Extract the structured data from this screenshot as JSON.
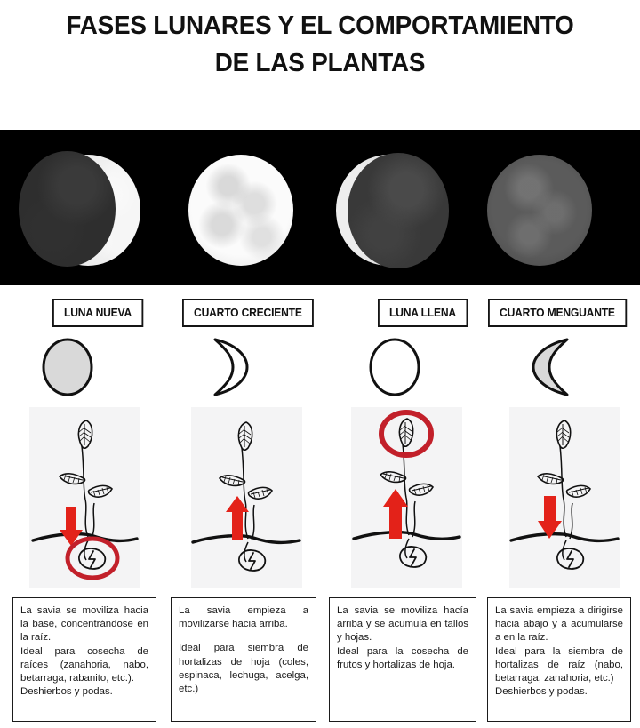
{
  "title": {
    "line1": "FASES LUNARES Y EL COMPORTAMIENTO",
    "line2": "DE LAS PLANTAS"
  },
  "colors": {
    "accent_red": "#cc2026",
    "arrow_red": "#e32219",
    "ink": "#111111",
    "panel_bg": "#f4f4f5",
    "strip_bg": "#000000",
    "moon_fill_gray": "#d9d9d9"
  },
  "photo_strip": {
    "background": "#000000",
    "moons": [
      {
        "name": "waxing-crescent-photo",
        "phase": "luna nueva"
      },
      {
        "name": "full-bright-moon-photo",
        "phase": "cuarto creciente"
      },
      {
        "name": "thin-crescent-moon-photo",
        "phase": "luna llena"
      },
      {
        "name": "dark-moon-photo",
        "phase": "cuarto menguante"
      }
    ]
  },
  "phases": [
    {
      "label": "LUNA NUEVA",
      "icon": "filled-gray-circle-moon-icon",
      "arrow": "down",
      "highlight": "root",
      "text": [
        "La savia se moviliza hacia la base, concentrándose en la raíz.",
        "Ideal para cosecha de raíces (zanahoria, nabo, betarraga, rabanito, etc.).",
        "Deshierbos y podas."
      ]
    },
    {
      "label": "CUARTO CRECIENTE",
      "icon": "white-crescent-right-moon-icon",
      "arrow": "up-short",
      "highlight": "none",
      "text": [
        "La savia empieza a movilizarse hacia arriba.",
        "Ideal para siembra de hortalizas de hoja (coles, espinaca, lechuga, acelga, etc.)"
      ]
    },
    {
      "label": "LUNA LLENA",
      "icon": "white-outline-circle-moon-icon",
      "arrow": "up-long",
      "highlight": "top-leaf",
      "text": [
        "La savia se moviliza hacía arriba y se acumula en tallos y hojas.",
        "Ideal para la cosecha de frutos y hortalizas de hoja."
      ]
    },
    {
      "label": "CUARTO MENGUANTE",
      "icon": "gray-crescent-right-moon-icon",
      "arrow": "down",
      "highlight": "none",
      "text": [
        "La savia empieza a dirigirse hacia abajo y a acumularse a en la raíz.",
        "Ideal para la siembra de hortalizas de raíz (nabo, betarraga, zanahoria, etc.)",
        "Deshierbos y podas."
      ]
    }
  ]
}
